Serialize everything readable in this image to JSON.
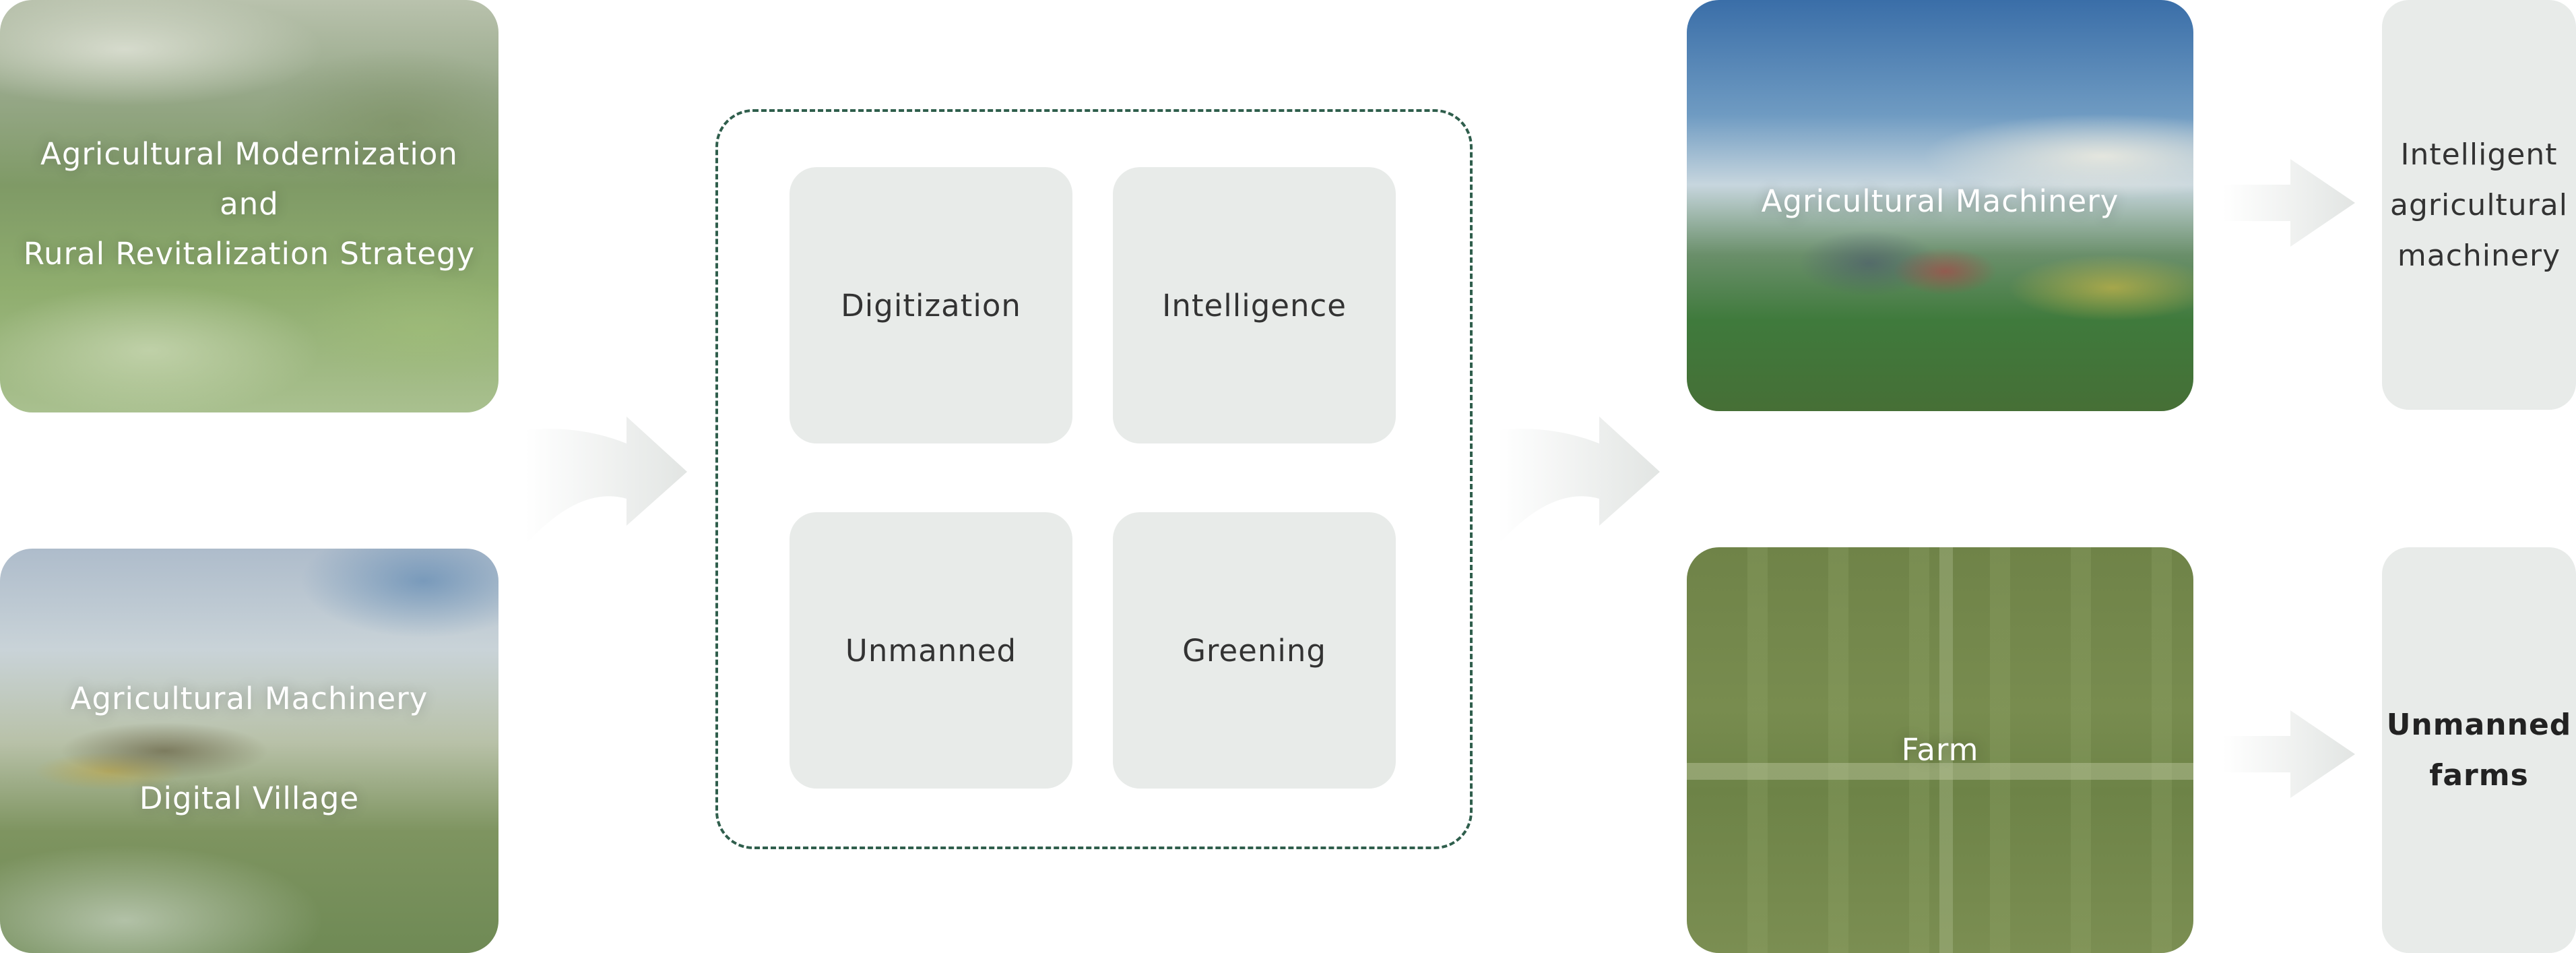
{
  "inputs": {
    "modernization": {
      "lines": [
        "Agricultural Modernization",
        "and",
        "Rural Revitalization Strategy"
      ]
    },
    "village": {
      "lines": [
        "Agricultural Machinery",
        "Digital Village"
      ]
    }
  },
  "pillars": [
    "Digitization",
    "Intelligence",
    "Unmanned",
    "Greening"
  ],
  "applications": {
    "machinery": "Agricultural Machinery",
    "farm": "Farm"
  },
  "outcomes": {
    "machinery": [
      "Intelligent",
      "agricultural",
      "machinery"
    ],
    "farm": [
      "Unmanned",
      "farms"
    ]
  },
  "colors": {
    "dashed_border": "#2f5e4c",
    "tile_fill": "#e8ebe9",
    "arrow_fill": "#e4e7e5",
    "text_dark": "#333333",
    "text_light": "#ffffff"
  }
}
